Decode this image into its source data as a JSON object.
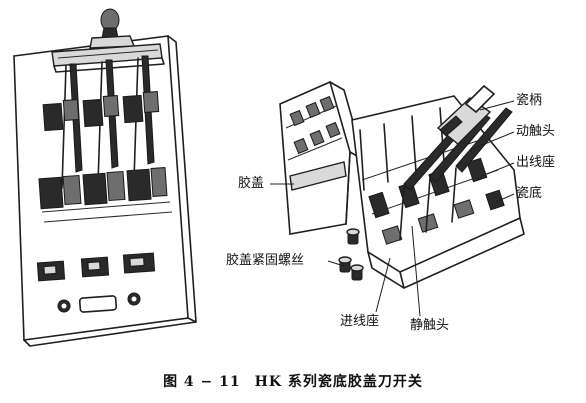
{
  "labels": {
    "handle": "瓷柄",
    "moving_contact": "动触头",
    "outlet_seat": "出线座",
    "porcelain_base": "瓷底",
    "cover": "胶盖",
    "cover_screw": "胶盖紧固螺丝",
    "inlet_seat": "进线座",
    "static_contact": "静触头"
  },
  "caption": {
    "figure_number": "图 4 − 11",
    "title": "HK 系列瓷底胶盖刀开关"
  }
}
